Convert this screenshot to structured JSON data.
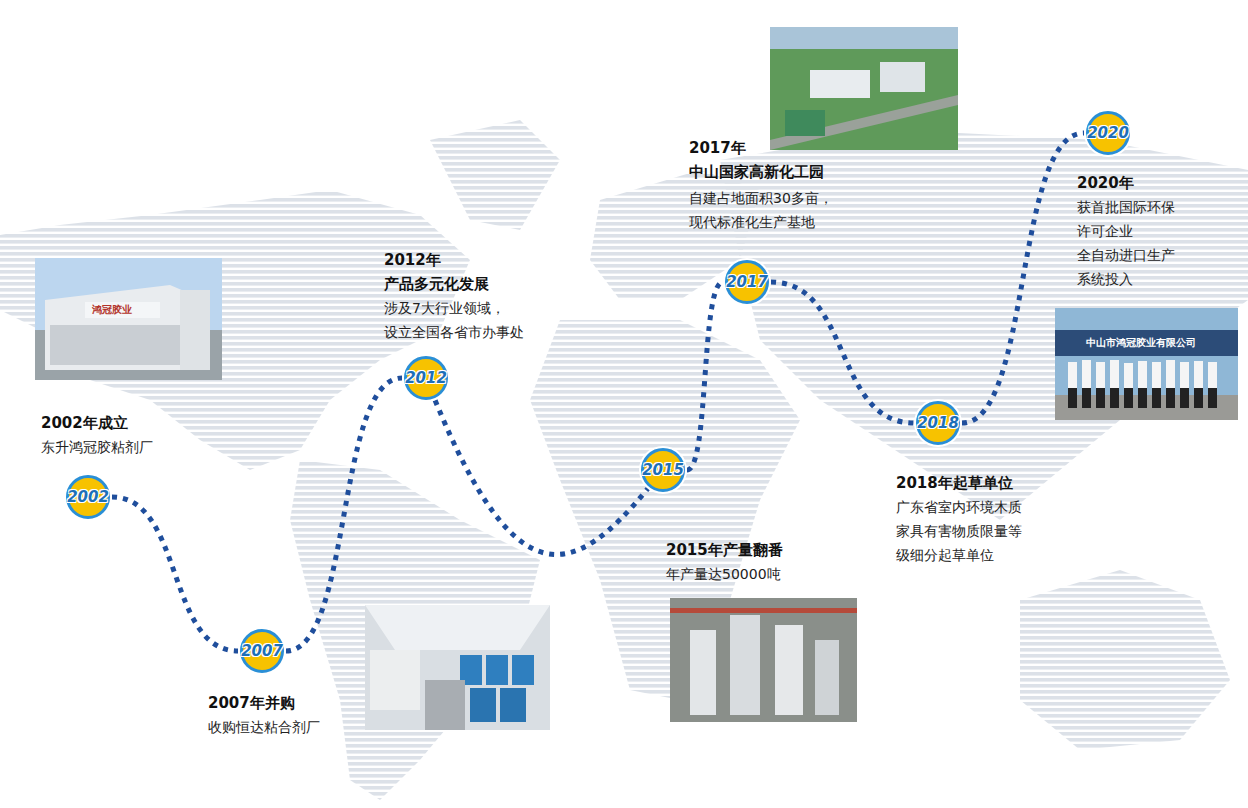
{
  "diagram": {
    "nodes": [
      {
        "text": [
          "2002",
          "2002年成立",
          "东升鸿冠胶粘剂厂"
        ]
      },
      {
        "text": [
          "2007",
          "2007年并购",
          "收购恒达粘合剂厂"
        ]
      },
      {
        "text": [
          "2012",
          "2012年 产品多元化发展",
          "涉及7大行业领域， 设立全国各省市办事处"
        ]
      },
      {
        "text": [
          "2015",
          "2015年产量翻番",
          "年产量达50000吨"
        ]
      },
      {
        "text": [
          "2017",
          "2017年 中山国家高新化工园",
          "自建占地面积30多亩， 现代标准化生产基地"
        ]
      },
      {
        "text": [
          "2018",
          "2018年起草单位",
          "广东省室内环境木质 家具有害物质限量等 级细分起草单位"
        ]
      },
      {
        "text": [
          "2020",
          "2020年",
          "获首批国际环保 许可企业 全自动进口生产 系统投入"
        ]
      }
    ],
    "edges": [
      {
        "from": 0,
        "to": 1,
        "arrow": "none"
      },
      {
        "from": 1,
        "to": 2,
        "arrow": "none"
      },
      {
        "from": 2,
        "to": 3,
        "arrow": "none"
      },
      {
        "from": 3,
        "to": 4,
        "arrow": "none"
      },
      {
        "from": 4,
        "to": 5,
        "arrow": "none"
      },
      {
        "from": 5,
        "to": 6,
        "arrow": "none"
      }
    ],
    "labels": [
      "鸿冠胶业",
      "中山市鸿冠胶业有限公司"
    ]
  }
}
